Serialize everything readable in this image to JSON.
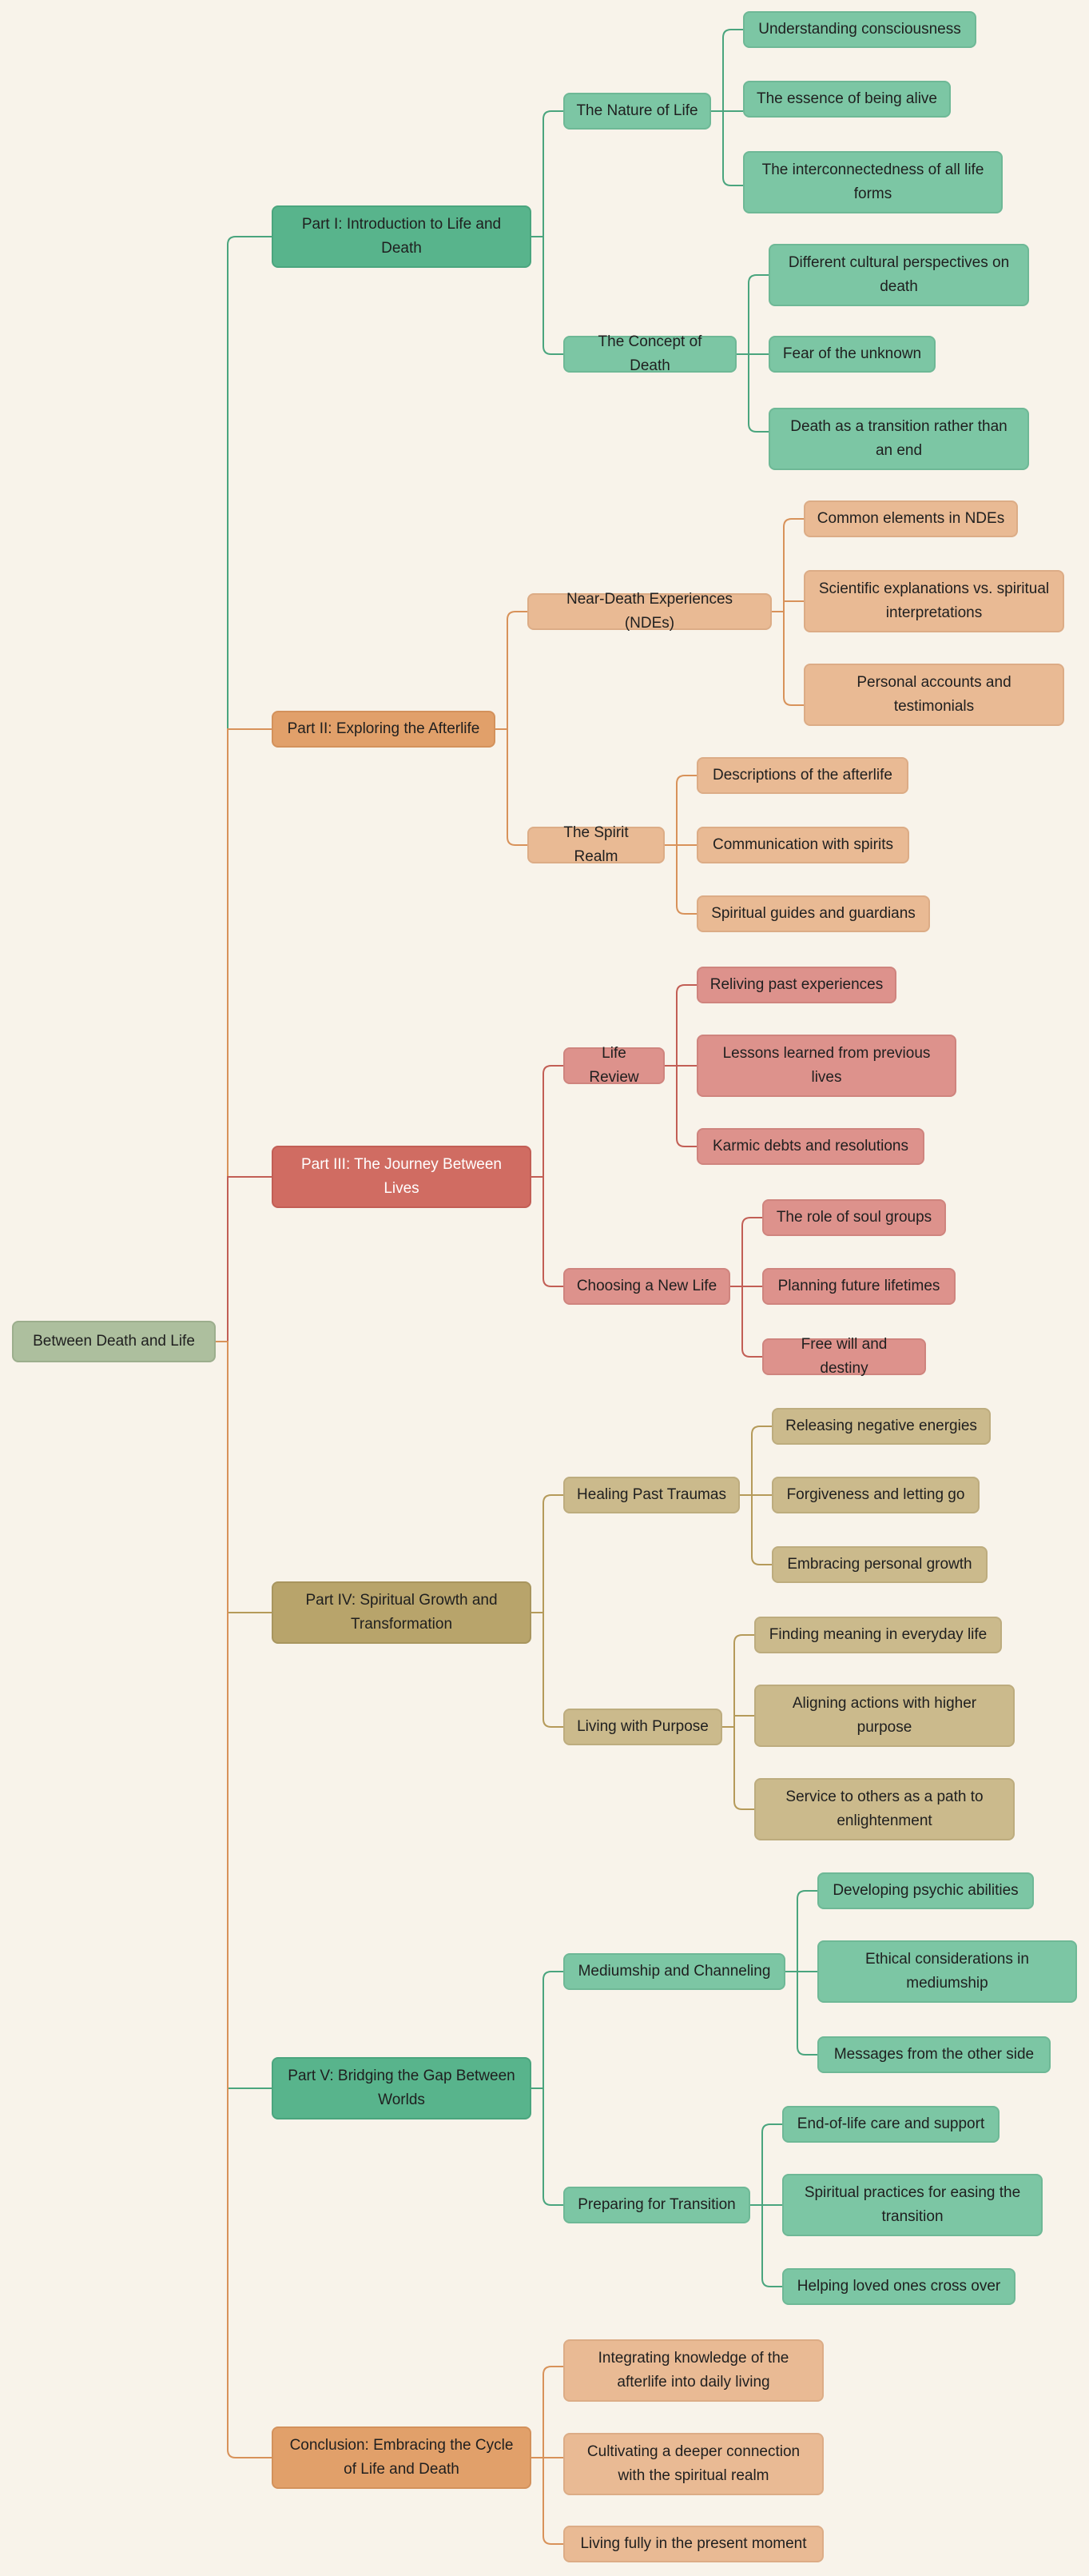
{
  "root": "Between Death and Life",
  "colors": {
    "green_edge": "#4aa57e",
    "orange_edge": "#d8925a",
    "red_edge": "#c25e55",
    "olive_edge": "#b59a5a"
  },
  "parts": [
    {
      "label": "Part I: Introduction to Life and Death",
      "sections": [
        {
          "label": "The Nature of Life",
          "items": [
            "Understanding consciousness",
            "The essence of being alive",
            "The interconnectedness of all life forms"
          ]
        },
        {
          "label": "The Concept of Death",
          "items": [
            "Different cultural perspectives on death",
            "Fear of the unknown",
            "Death as a transition rather than an end"
          ]
        }
      ]
    },
    {
      "label": "Part II: Exploring the Afterlife",
      "sections": [
        {
          "label": "Near-Death Experiences (NDEs)",
          "items": [
            "Common elements in NDEs",
            "Scientific explanations vs. spiritual interpretations",
            "Personal accounts and testimonials"
          ]
        },
        {
          "label": "The Spirit Realm",
          "items": [
            "Descriptions of the afterlife",
            "Communication with spirits",
            "Spiritual guides and guardians"
          ]
        }
      ]
    },
    {
      "label": "Part III: The Journey Between Lives",
      "sections": [
        {
          "label": "Life Review",
          "items": [
            "Reliving past experiences",
            "Lessons learned from previous lives",
            "Karmic debts and resolutions"
          ]
        },
        {
          "label": "Choosing a New Life",
          "items": [
            "The role of soul groups",
            "Planning future lifetimes",
            "Free will and destiny"
          ]
        }
      ]
    },
    {
      "label": "Part IV: Spiritual Growth and Transformation",
      "sections": [
        {
          "label": "Healing Past Traumas",
          "items": [
            "Releasing negative energies",
            "Forgiveness and letting go",
            "Embracing personal growth"
          ]
        },
        {
          "label": "Living with Purpose",
          "items": [
            "Finding meaning in everyday life",
            "Aligning actions with higher purpose",
            "Service to others as a path to enlightenment"
          ]
        }
      ]
    },
    {
      "label": "Part V: Bridging the Gap Between Worlds",
      "sections": [
        {
          "label": "Mediumship and Channeling",
          "items": [
            "Developing psychic abilities",
            "Ethical considerations in mediumship",
            "Messages from the other side"
          ]
        },
        {
          "label": "Preparing for Transition",
          "items": [
            "End-of-life care and support",
            "Spiritual practices for easing the transition",
            "Helping loved ones cross over"
          ]
        }
      ]
    },
    {
      "label": "Conclusion: Embracing the Cycle of Life and Death",
      "sections": [
        {
          "label": "Integrating knowledge of the afterlife into daily living",
          "items": []
        },
        {
          "label": "Cultivating a deeper connection with the spiritual realm",
          "items": []
        },
        {
          "label": "Living fully in the present moment",
          "items": []
        }
      ]
    }
  ]
}
